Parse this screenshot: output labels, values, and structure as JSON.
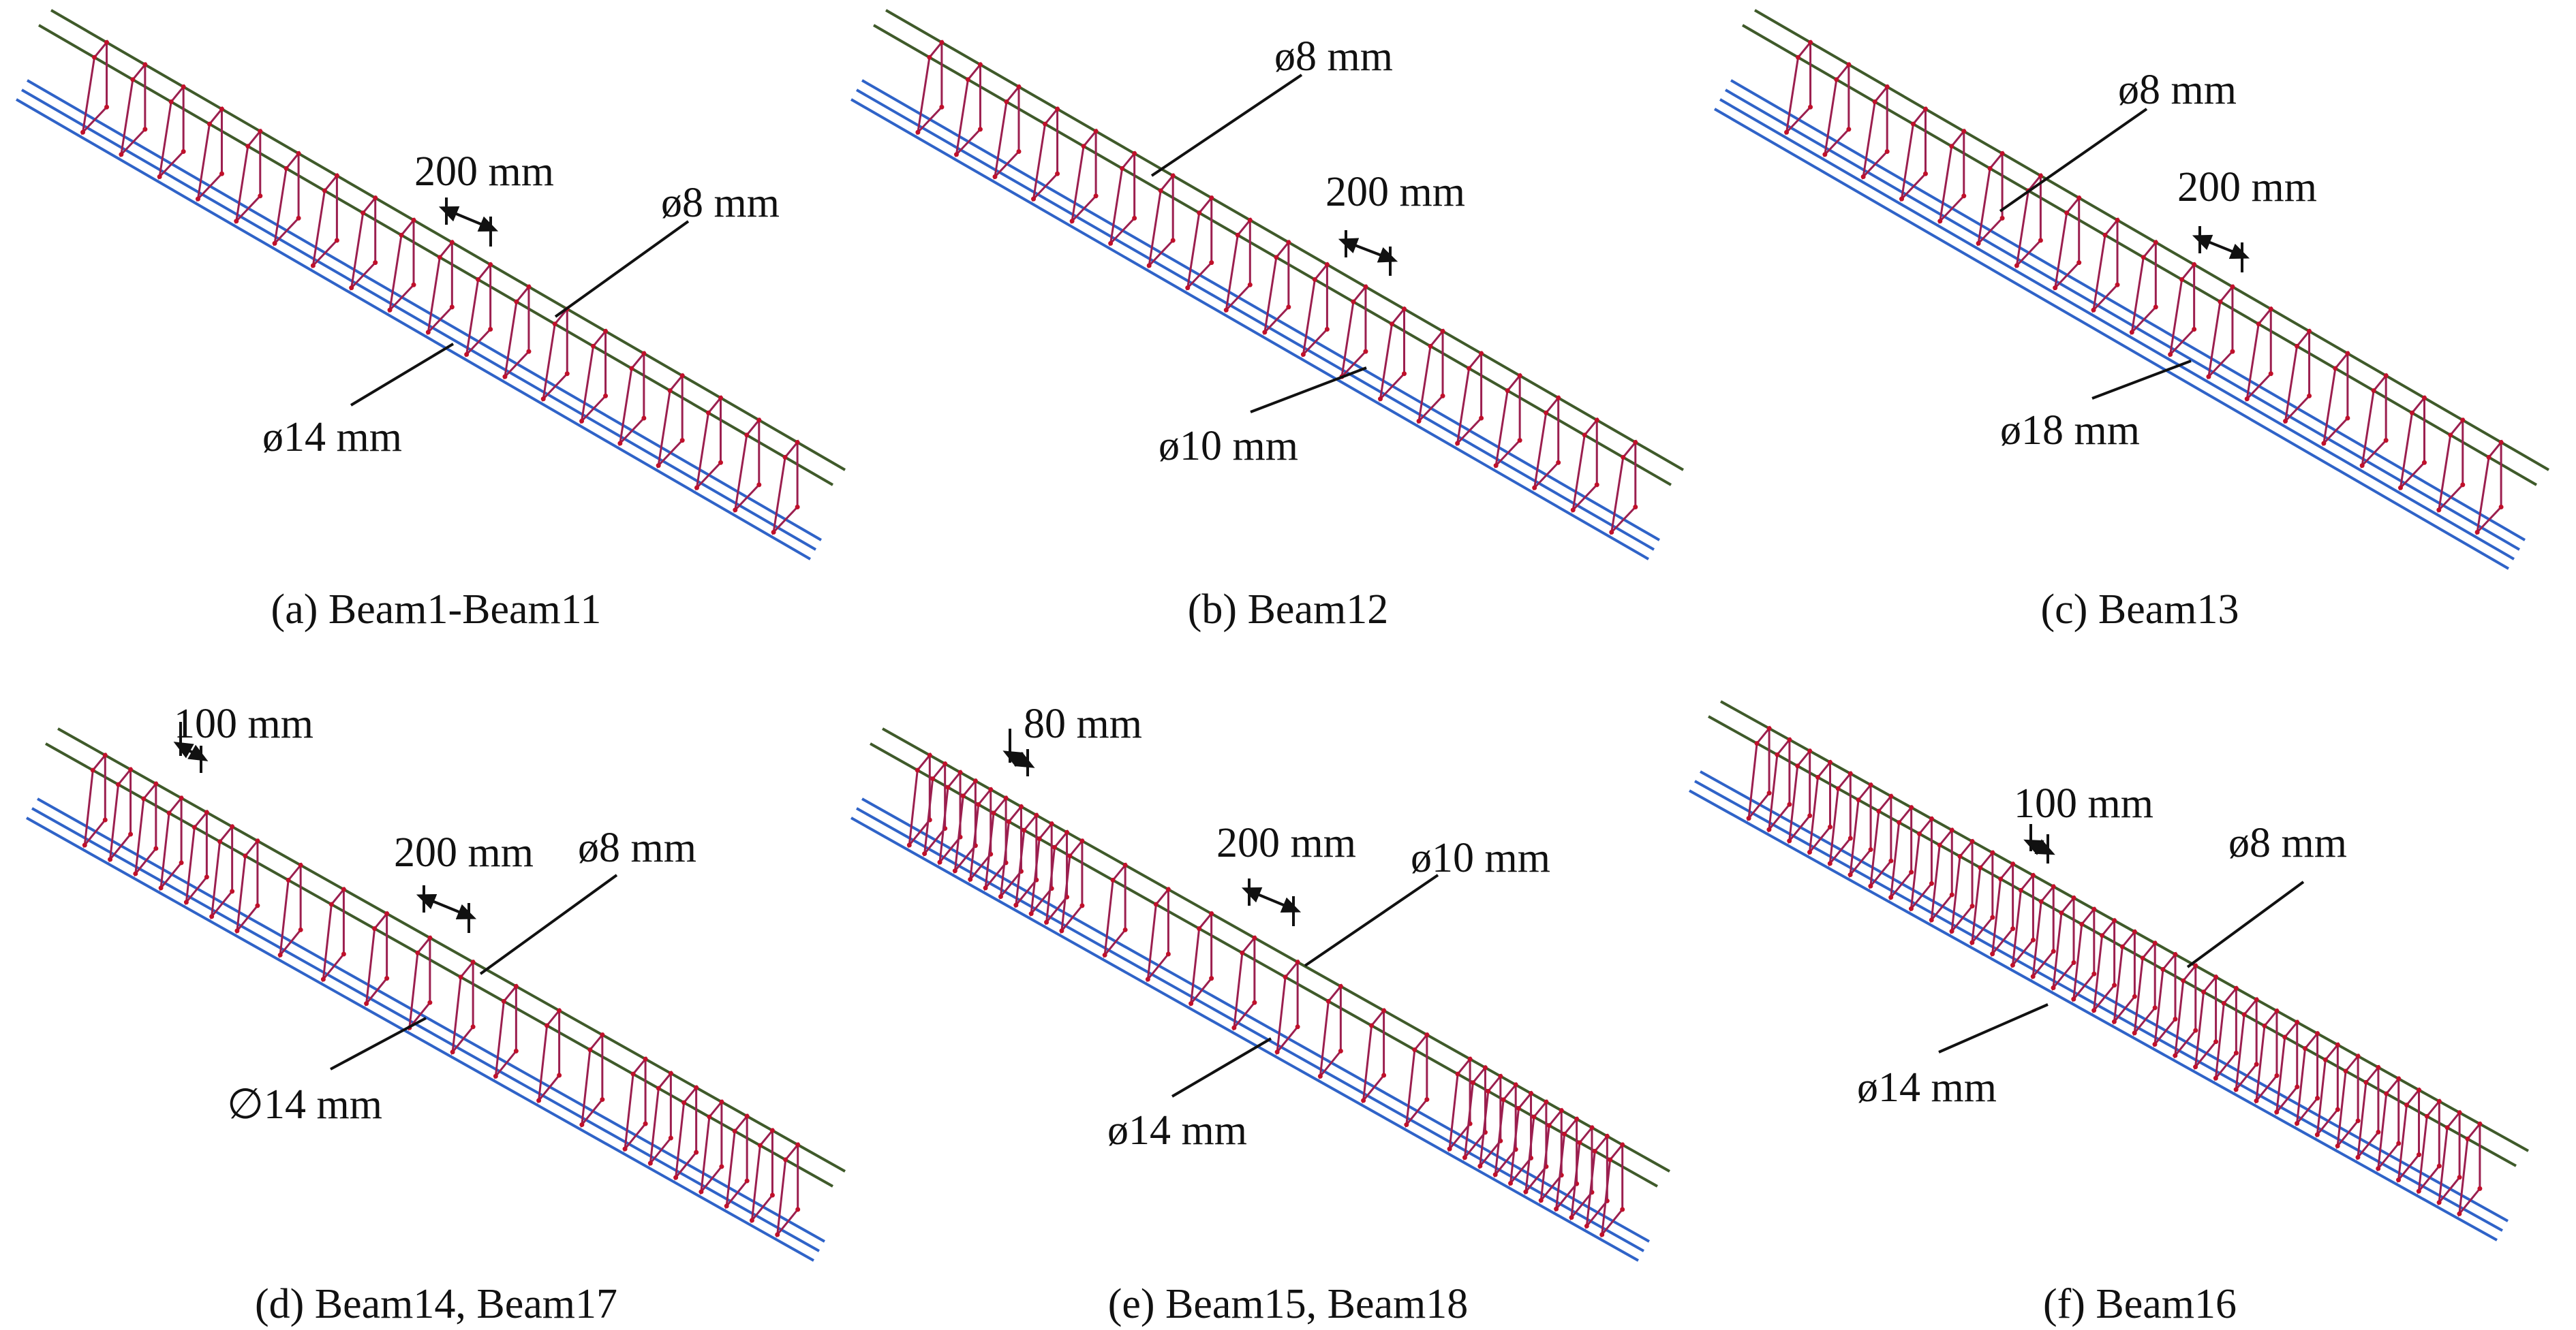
{
  "colors": {
    "top_bar": "#3f5a2a",
    "bottom_bar": "#2f63c8",
    "stirrup": "#9b1f4f",
    "node": "#c0102a",
    "annotation": "#111111",
    "background": "#ffffff"
  },
  "panels": [
    {
      "id": "a",
      "caption": "(a) Beam1-Beam11",
      "stirrups": {
        "regions": [
          {
            "count": 19,
            "label_spacing": "200 mm"
          }
        ]
      },
      "bottom_bars": 3,
      "labels": {
        "spacing": [
          "200 mm"
        ],
        "stirrup_diameter": "ø8 mm",
        "bar_diameter": "ø14 mm"
      }
    },
    {
      "id": "b",
      "caption": "(b) Beam12",
      "stirrups": {
        "regions": [
          {
            "count": 19,
            "label_spacing": "200 mm"
          }
        ]
      },
      "bottom_bars": 3,
      "labels": {
        "spacing": [
          "200 mm"
        ],
        "stirrup_diameter": "ø8 mm",
        "bar_diameter": "ø10 mm"
      }
    },
    {
      "id": "c",
      "caption": "(c) Beam13",
      "stirrups": {
        "regions": [
          {
            "count": 19,
            "label_spacing": "200 mm"
          }
        ]
      },
      "bottom_bars": 4,
      "labels": {
        "spacing": [
          "200 mm"
        ],
        "stirrup_diameter": "ø8 mm",
        "bar_diameter": "ø18 mm"
      }
    },
    {
      "id": "d",
      "caption": "(d) Beam14, Beam17",
      "stirrups": {
        "regions": [
          {
            "count": 7,
            "label_spacing": "100 mm"
          },
          {
            "count": 8,
            "label_spacing": "200 mm"
          },
          {
            "count": 7,
            "label_spacing": "100 mm"
          }
        ]
      },
      "bottom_bars": 3,
      "labels": {
        "spacing": [
          "100 mm",
          "200 mm"
        ],
        "stirrup_diameter": "ø8 mm",
        "bar_diameter": "∅14 mm"
      }
    },
    {
      "id": "e",
      "caption": "(e) Beam15, Beam18",
      "stirrups": {
        "regions": [
          {
            "count": 11,
            "label_spacing": "80 mm"
          },
          {
            "count": 8,
            "label_spacing": "200 mm"
          },
          {
            "count": 11,
            "label_spacing": "80 mm"
          }
        ]
      },
      "bottom_bars": 3,
      "labels": {
        "spacing": [
          "80 mm",
          "200 mm"
        ],
        "stirrup_diameter": "ø10 mm",
        "bar_diameter": "ø14 mm"
      }
    },
    {
      "id": "f",
      "caption": "(f) Beam16",
      "stirrups": {
        "regions": [
          {
            "count": 36,
            "label_spacing": "100 mm"
          }
        ]
      },
      "bottom_bars": 3,
      "labels": {
        "spacing": [
          "100 mm"
        ],
        "stirrup_diameter": "ø8 mm",
        "bar_diameter": "ø14 mm"
      }
    }
  ]
}
